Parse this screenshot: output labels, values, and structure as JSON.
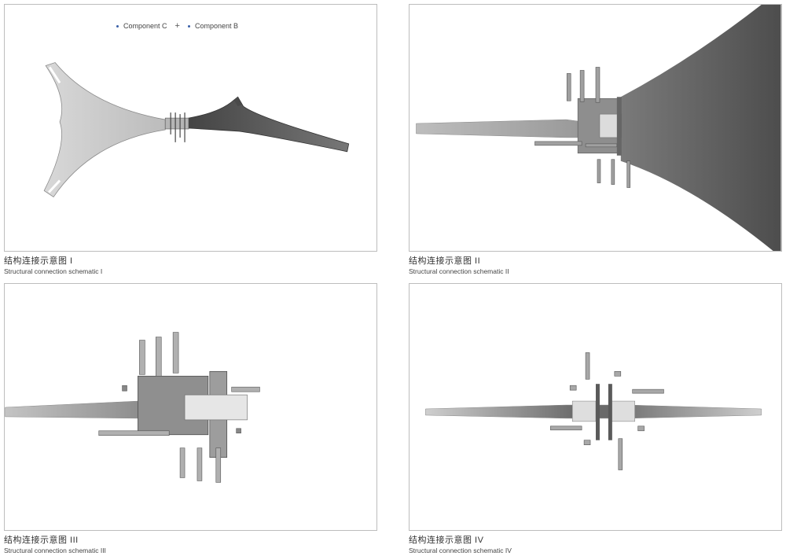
{
  "legend": {
    "item_c": "Component C",
    "separator": "+",
    "item_b": "Component B",
    "dot_color": "#3a5fa8"
  },
  "panels": [
    {
      "caption_zh": "结构连接示意图 I",
      "caption_en": "Structural connection schematic I"
    },
    {
      "caption_zh": "结构连接示意图 II",
      "caption_en": "Structural connection schematic II"
    },
    {
      "caption_zh": "结构连接示意图 III",
      "caption_en": "Structural connection schematic III"
    },
    {
      "caption_zh": "结构连接示意图 IV",
      "caption_en": "Structural connection schematic IV"
    }
  ],
  "colors": {
    "light_part": "#c9c9c9",
    "dark_part": "#5e5e5e",
    "plate": "#8a8a8a",
    "border": "#bdbdbd"
  }
}
